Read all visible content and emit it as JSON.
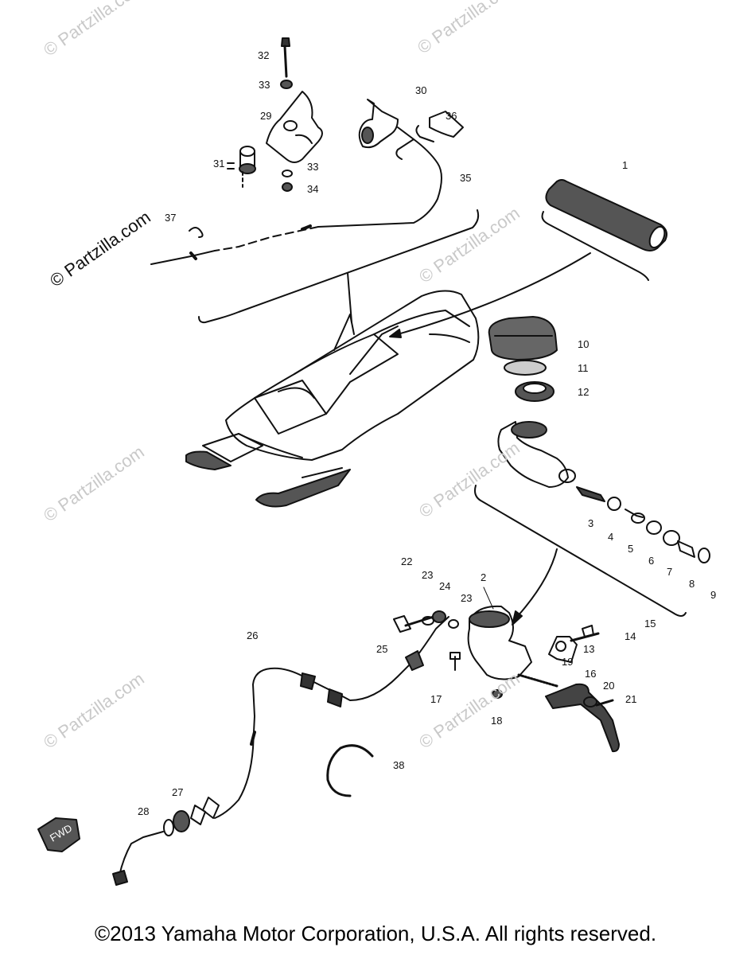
{
  "watermark": {
    "main": "© Partzilla.com",
    "faint": "© Partzilla.com"
  },
  "fwd_label": "FWD",
  "callouts": [
    "1",
    "2",
    "3",
    "4",
    "5",
    "6",
    "7",
    "8",
    "9",
    "10",
    "11",
    "12",
    "13",
    "14",
    "15",
    "16",
    "17",
    "18",
    "19",
    "20",
    "21",
    "22",
    "23",
    "23",
    "24",
    "25",
    "26",
    "27",
    "28",
    "29",
    "30",
    "31",
    "32",
    "33",
    "33",
    "34",
    "35",
    "36",
    "37",
    "38"
  ],
  "footer": "©2013  Yamaha Motor Corporation, U.S.A. All rights reserved."
}
